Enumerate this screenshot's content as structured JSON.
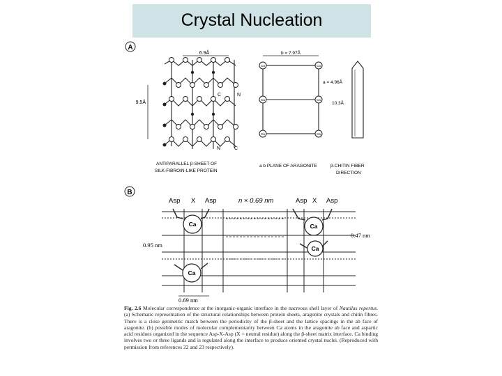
{
  "slide": {
    "title": "Crystal Nucleation"
  },
  "panel_a": {
    "label": "A",
    "dim_top": "6.9Å",
    "dim_left": "9.5Å",
    "carbon": "C",
    "nitrogen": "N",
    "caption_line1": "ANTIPARALLEL  β-SHEET  OF",
    "caption_line2": "SILK-FIBROIN-LIKE PROTEIN",
    "lattice_b": "b = 7.97Å",
    "lattice_a": "a = 4.96Å",
    "ca_label": "Ca",
    "plane_label": "a b  PLANE  OF  ARAGONITE",
    "fiber_dim": "10.3Å",
    "fiber_label_1": "β-CHITIN FIBER",
    "fiber_label_2": "DIRECTION"
  },
  "panel_b": {
    "label": "B",
    "asp": "Asp",
    "x": "X",
    "repeat": "n × 0.69 nm",
    "ca": "Ca",
    "dim_left": "0.95 nm",
    "dim_right": "0.47 nm",
    "dim_bottom": "0.69 nm"
  },
  "caption": {
    "fig": "Fig. 2.6",
    "text_1": "Molecular correspondence at the inorganic-organic interface in the nacreous shell layer of",
    "species": "Nautilus repertus",
    "text_2": ". (a) Schematic representation of the structural relationships between protein sheets, aragonite crystals and chitin fibres. There is a close geometric match between the periodicity of the β-sheet and the lattice spacings in the ab face of aragonite. (b) possible modes of molecular complementarity between Ca atoms in the aragonite ab face and aspartic acid residues organized in the sequence Asp-X-Asp (X = neutral residue) along the β-sheet matrix interface. Ca binding involves two or three ligands and is regulated along the interface to produce oriented crystal nuclei. (Reproduced with permission from references 22 and 23 respectively)."
  }
}
